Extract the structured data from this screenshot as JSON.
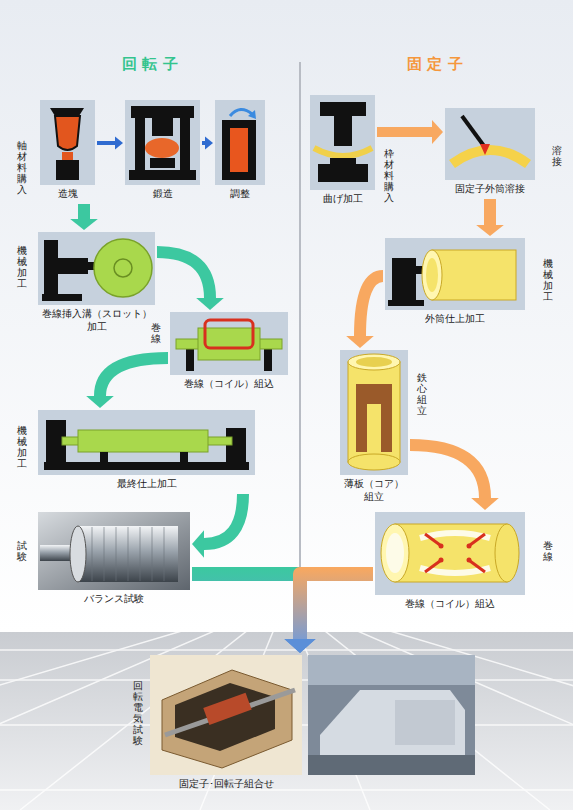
{
  "diagram": {
    "nodes": [
      {
        "text": [
          "造塊"
        ]
      },
      {
        "text": [
          "鍛造"
        ]
      },
      {
        "text": [
          "調整"
        ]
      },
      {
        "text": [
          "巻線挿入溝（スロット） 加工"
        ]
      },
      {
        "text": [
          "巻線（コイル）組込"
        ]
      },
      {
        "text": [
          "最終仕上加工"
        ]
      },
      {
        "text": [
          "バランス試験"
        ]
      },
      {
        "text": [
          "曲げ加工"
        ]
      },
      {
        "text": [
          "固定子外筒溶接"
        ]
      },
      {
        "text": [
          "外筒仕上加工"
        ]
      },
      {
        "text": [
          "薄板（コア） 組立"
        ]
      },
      {
        "text": [
          "巻線（コイル）組込"
        ]
      },
      {
        "text": [
          "固定子･回転子組合せ"
        ]
      }
    ],
    "edges": [
      {
        "from": 0,
        "to": 1,
        "arrow": "to"
      },
      {
        "from": 1,
        "to": 2,
        "arrow": "to"
      },
      {
        "from": 0,
        "to": 3,
        "arrow": "to"
      },
      {
        "from": 3,
        "to": 4,
        "arrow": "to"
      },
      {
        "from": 4,
        "to": 5,
        "arrow": "to"
      },
      {
        "from": 5,
        "to": 6,
        "arrow": "to"
      },
      {
        "from": 6,
        "to": 12,
        "arrow": "to"
      },
      {
        "from": 7,
        "to": 8,
        "arrow": "to"
      },
      {
        "from": 8,
        "to": 9,
        "arrow": "to"
      },
      {
        "from": 9,
        "to": 10,
        "arrow": "to"
      },
      {
        "from": 10,
        "to": 11,
        "arrow": "to"
      },
      {
        "from": 11,
        "to": 12,
        "arrow": "to"
      }
    ],
    "labels": [
      "回 転 子",
      "固 定 子",
      "軸材料購入",
      "機械加工",
      "巻線",
      "機械加工",
      "試験",
      "枠材料購入",
      "溶接",
      "機械加工",
      "鉄心組立",
      "巻線",
      "回転電気試験"
    ]
  }
}
